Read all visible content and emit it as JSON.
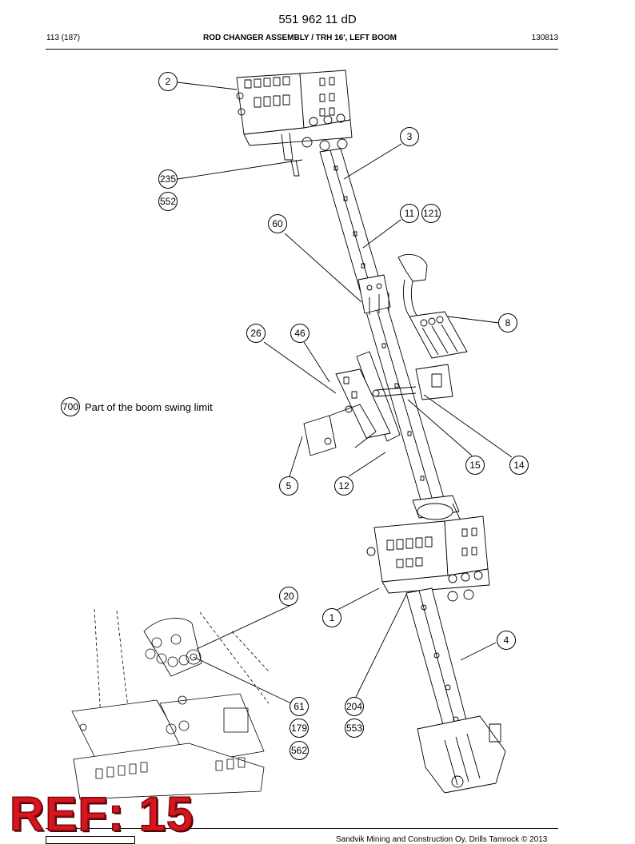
{
  "header": {
    "document_number": "551 962 11 dD",
    "page": "113 (187)",
    "title": "ROD CHANGER ASSEMBLY / TRH 16', LEFT BOOM",
    "date_code": "130813"
  },
  "callouts": {
    "c2": "2",
    "c3": "3",
    "c235": "235",
    "c552": "552",
    "c11": "11",
    "c121": "121",
    "c60": "60",
    "c8": "8",
    "c26": "26",
    "c46": "46",
    "c700": "700",
    "c5": "5",
    "c12": "12",
    "c15": "15",
    "c14": "14",
    "c20": "20",
    "c1": "1",
    "c4": "4",
    "c61": "61",
    "c204": "204",
    "c179": "179",
    "c553": "553",
    "c562": "562"
  },
  "note": "Part of the boom swing limit",
  "stamp": "REF: 15",
  "footer": {
    "copyright": "Sandvik Mining and Construction Oy, Drills Tamrock © 2013"
  }
}
